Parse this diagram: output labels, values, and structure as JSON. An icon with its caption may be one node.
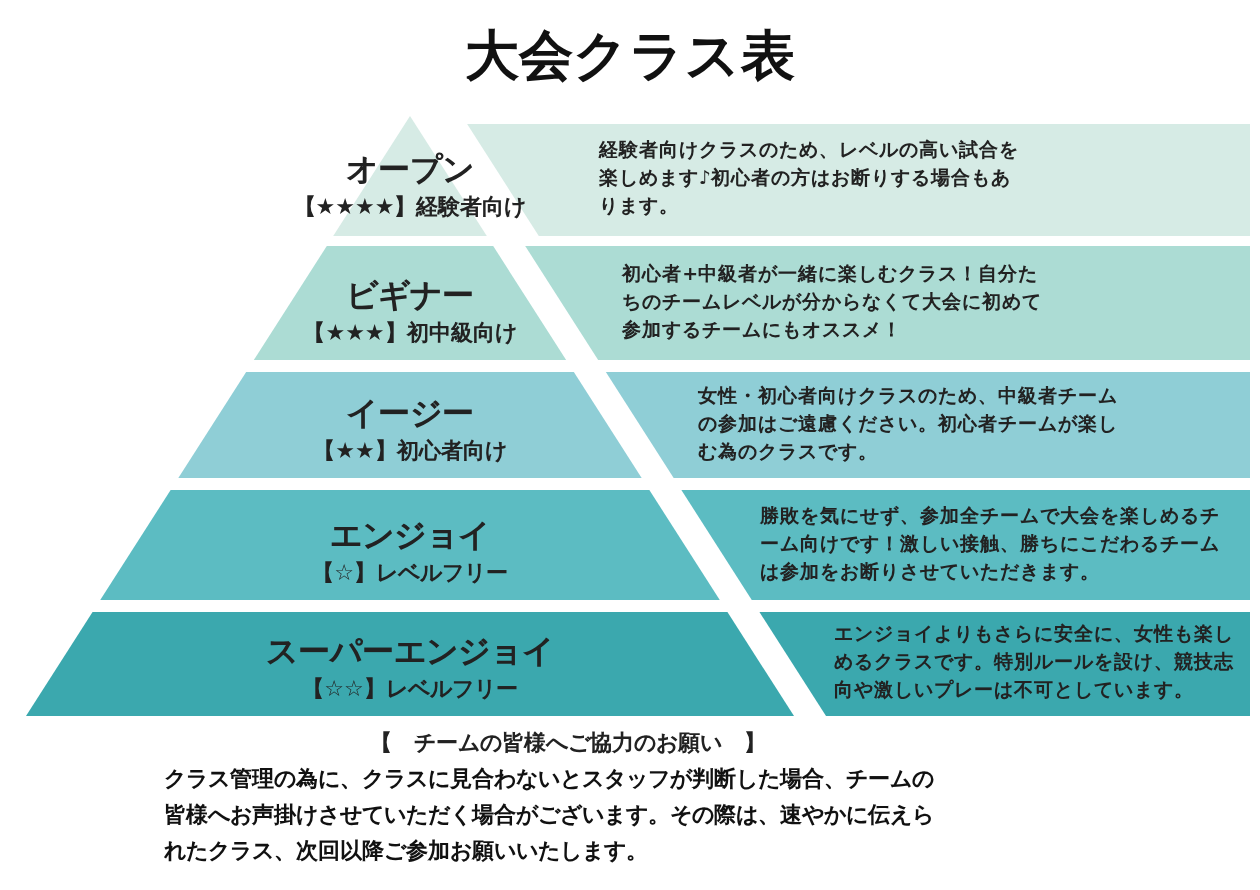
{
  "diagram": {
    "title": "大会クラス表",
    "nodes": [
      {
        "text": [
          "オープン",
          "【★★★★】経験者向け"
        ]
      },
      {
        "text": [
          "経験者向けクラスのため、レベルの高い試合を楽しめます♪初心者の方はお断りする場合もあります。"
        ]
      },
      {
        "text": [
          "ビギナー",
          "【★★★】初中級向け"
        ]
      },
      {
        "text": [
          "初心者+中級者が一緒に楽しむクラス！自分たちのチームレベルが分からなくて大会に初めて参加するチームにもオススメ！"
        ]
      },
      {
        "text": [
          "イージー",
          "【★★】初心者向け"
        ]
      },
      {
        "text": [
          "女性・初心者向けクラスのため、中級者チームの参加はご遠慮ください。初心者チームが楽しむ為のクラスです。"
        ]
      },
      {
        "text": [
          "エンジョイ",
          "【☆】レベルフリー"
        ]
      },
      {
        "text": [
          "勝敗を気にせず、参加全チームで大会を楽しめるチーム向けです！激しい接触、勝ちにこだわるチームは参加をお断りさせていただきます。"
        ]
      },
      {
        "text": [
          "スーパーエンジョイ",
          "【☆☆】レベルフリー"
        ]
      },
      {
        "text": [
          "エンジョイよりもさらに安全に、女性も楽しめるクラスです。特別ルールを設け、競技志向や激しいプレーは不可としています。"
        ]
      }
    ],
    "edges": [],
    "labels": [
      "【　チームの皆様へご協力のお願い　】",
      "クラス管理の為に、クラスに見合わないとスタッフが判断した場合、チームの皆様へお声掛けさせていただく場合がございます。その際は、速やかに伝えられたクラス、次回以降ご参加お願いいたします。"
    ]
  }
}
